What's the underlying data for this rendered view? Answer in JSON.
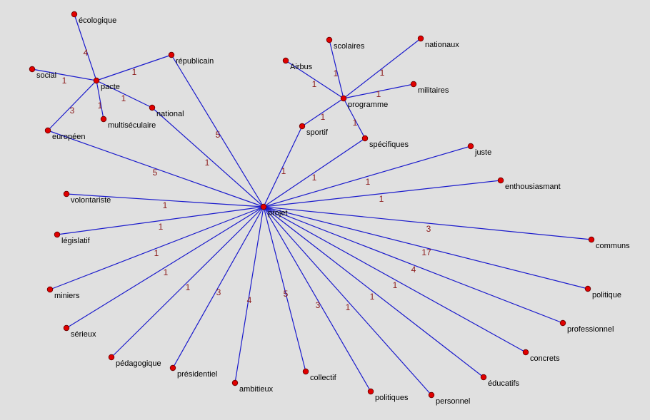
{
  "colors": {
    "background": "#e0e0e0",
    "edge": "#1a1acc",
    "node": "#e00000",
    "weight": "#8b1a1a",
    "label": "#000000"
  },
  "nodes": [
    {
      "id": "projet",
      "label": "projet"
    },
    {
      "id": "pacte",
      "label": "pacte"
    },
    {
      "id": "programme",
      "label": "programme"
    },
    {
      "id": "ecologique",
      "label": "écologique"
    },
    {
      "id": "social",
      "label": "social"
    },
    {
      "id": "republicain",
      "label": "républicain"
    },
    {
      "id": "national",
      "label": "national"
    },
    {
      "id": "multiseculaire",
      "label": "multiséculaire"
    },
    {
      "id": "europeen",
      "label": "européen"
    },
    {
      "id": "scolaires",
      "label": "scolaires"
    },
    {
      "id": "nationaux",
      "label": "nationaux"
    },
    {
      "id": "airbus",
      "label": "Airbus"
    },
    {
      "id": "militaires",
      "label": "militaires"
    },
    {
      "id": "sportif",
      "label": "sportif"
    },
    {
      "id": "specifiques",
      "label": "spécifiques"
    },
    {
      "id": "juste",
      "label": "juste"
    },
    {
      "id": "enthousiasmant",
      "label": "enthousiasmant"
    },
    {
      "id": "volontariste",
      "label": "volontariste"
    },
    {
      "id": "legislatif",
      "label": "législatif"
    },
    {
      "id": "communs",
      "label": "communs"
    },
    {
      "id": "politique",
      "label": "politique"
    },
    {
      "id": "miniers",
      "label": "miniers"
    },
    {
      "id": "professionnel",
      "label": "professionnel"
    },
    {
      "id": "serieux",
      "label": "sérieux"
    },
    {
      "id": "concrets",
      "label": "concrets"
    },
    {
      "id": "pedagogique",
      "label": "pédagogique"
    },
    {
      "id": "presidentiel",
      "label": "présidentiel"
    },
    {
      "id": "ambitieux",
      "label": "ambitieux"
    },
    {
      "id": "collectif",
      "label": "collectif"
    },
    {
      "id": "educatifs",
      "label": "éducatifs"
    },
    {
      "id": "politiques",
      "label": "politiques"
    },
    {
      "id": "personnel",
      "label": "personnel"
    }
  ],
  "edges": [
    {
      "source": "pacte",
      "target": "ecologique",
      "weight": "4"
    },
    {
      "source": "pacte",
      "target": "social",
      "weight": "1"
    },
    {
      "source": "pacte",
      "target": "republicain",
      "weight": "1"
    },
    {
      "source": "pacte",
      "target": "national",
      "weight": "1"
    },
    {
      "source": "pacte",
      "target": "multiseculaire",
      "weight": "1"
    },
    {
      "source": "pacte",
      "target": "europeen",
      "weight": "3"
    },
    {
      "source": "projet",
      "target": "republicain",
      "weight": "5"
    },
    {
      "source": "projet",
      "target": "national",
      "weight": "1"
    },
    {
      "source": "projet",
      "target": "europeen",
      "weight": "5"
    },
    {
      "source": "programme",
      "target": "scolaires",
      "weight": "1"
    },
    {
      "source": "programme",
      "target": "nationaux",
      "weight": "1"
    },
    {
      "source": "programme",
      "target": "airbus",
      "weight": "1"
    },
    {
      "source": "programme",
      "target": "militaires",
      "weight": "1"
    },
    {
      "source": "programme",
      "target": "sportif",
      "weight": "1"
    },
    {
      "source": "programme",
      "target": "specifiques",
      "weight": "1"
    },
    {
      "source": "projet",
      "target": "sportif",
      "weight": "1"
    },
    {
      "source": "projet",
      "target": "specifiques",
      "weight": "1"
    },
    {
      "source": "projet",
      "target": "juste",
      "weight": "1"
    },
    {
      "source": "projet",
      "target": "enthousiasmant",
      "weight": "1"
    },
    {
      "source": "projet",
      "target": "volontariste",
      "weight": "1"
    },
    {
      "source": "projet",
      "target": "legislatif",
      "weight": "1"
    },
    {
      "source": "projet",
      "target": "communs",
      "weight": "3"
    },
    {
      "source": "projet",
      "target": "politique",
      "weight": "17"
    },
    {
      "source": "projet",
      "target": "miniers",
      "weight": "1"
    },
    {
      "source": "projet",
      "target": "professionnel",
      "weight": "4"
    },
    {
      "source": "projet",
      "target": "serieux",
      "weight": "1"
    },
    {
      "source": "projet",
      "target": "concrets",
      "weight": "1"
    },
    {
      "source": "projet",
      "target": "pedagogique",
      "weight": "1"
    },
    {
      "source": "projet",
      "target": "presidentiel",
      "weight": "3"
    },
    {
      "source": "projet",
      "target": "ambitieux",
      "weight": "4"
    },
    {
      "source": "projet",
      "target": "collectif",
      "weight": "5"
    },
    {
      "source": "projet",
      "target": "educatifs",
      "weight": "1"
    },
    {
      "source": "projet",
      "target": "politiques",
      "weight": "3"
    },
    {
      "source": "projet",
      "target": "personnel",
      "weight": "1"
    }
  ]
}
